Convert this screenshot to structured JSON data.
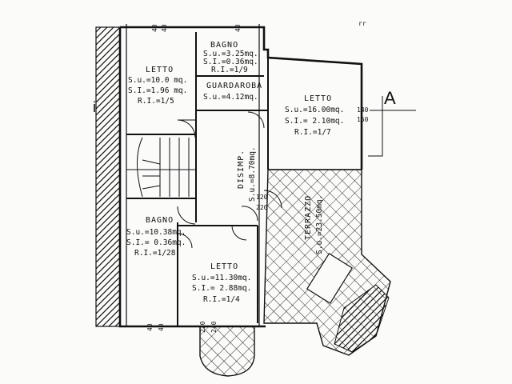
{
  "rooms": {
    "letto_nw": {
      "name": "LETTO",
      "su": "S.u.=10.0 mq.",
      "si": "S.I.=1.96 mq.",
      "ri": "R.I.=1/5"
    },
    "bagno_top": {
      "name": "BAGNO",
      "su": "S.u.=3.25mq.",
      "si": "S.I.=0.36mq.",
      "ri": "R.I.=1/9"
    },
    "guardaroba": {
      "name": "GUARDAROBA",
      "su": "S.u.=4.12mq."
    },
    "letto_ne": {
      "name": "LETTO",
      "su": "S.u.=16.00mq.",
      "si": "S.I.= 2.10mq.",
      "ri": "R.I.=1/7"
    },
    "disimp": {
      "name": "DISIMP.",
      "su": "S.u.=8.70mq."
    },
    "bagno_sw": {
      "name": "BAGNO",
      "su": "S.u.=10.38mq.",
      "si": "S.I.= 0.36mq.",
      "ri": "R.I.=1/28"
    },
    "letto_s": {
      "name": "LETTO",
      "su": "S.u.=11.30mq.",
      "si": "S.I.= 2.88mq.",
      "ri": "R.I.=1/4"
    },
    "terrazzo": {
      "name": "TERRAZZO",
      "su": "S.u.=23.50mq."
    }
  },
  "dimensions": {
    "d1": "140",
    "d2": "150",
    "d3": "120",
    "d4": "220",
    "d5": "40",
    "d6": "40",
    "d7": "40",
    "d8": "40",
    "d9": "220",
    "d10": "240",
    "d11": "40"
  },
  "markers": {
    "section": "A",
    "left_mark": "i",
    "top_mark": "rr"
  }
}
